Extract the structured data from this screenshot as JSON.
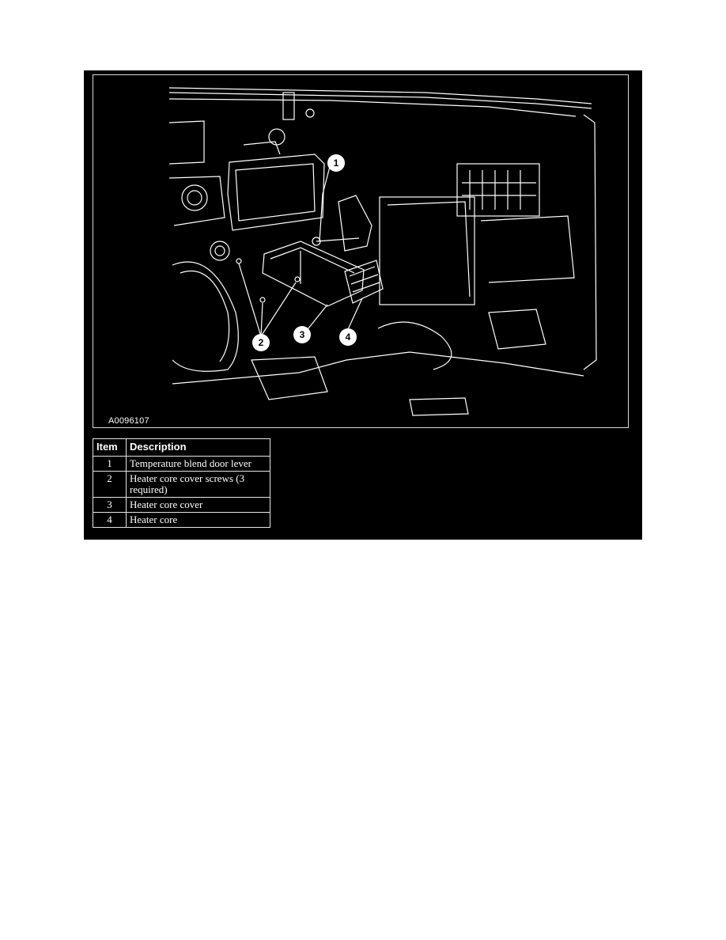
{
  "figure": {
    "id_label": "A0096107",
    "callouts": [
      "1",
      "2",
      "3",
      "4"
    ]
  },
  "legend": {
    "headers": {
      "item": "Item",
      "description": "Description"
    },
    "rows": [
      {
        "item": "1",
        "description": "Temperature blend door lever"
      },
      {
        "item": "2",
        "description": "Heater core cover screws (3 required)"
      },
      {
        "item": "3",
        "description": "Heater core cover"
      },
      {
        "item": "4",
        "description": "Heater core"
      }
    ]
  },
  "colors": {
    "background": "#000000",
    "lines": "#ffffff",
    "page": "#ffffff"
  }
}
